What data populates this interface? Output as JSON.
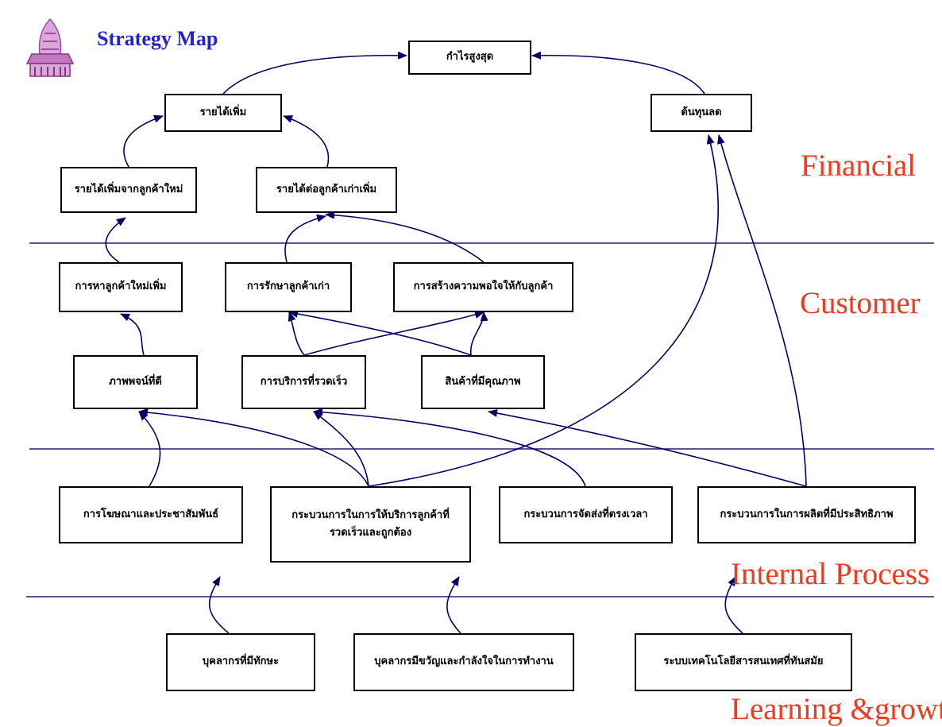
{
  "header": {
    "title": "Strategy Map"
  },
  "perspectives": {
    "financial": "Financial",
    "customer": "Customer",
    "internal": "Internal Process",
    "learning": "Learning &growth"
  },
  "nodes": {
    "max_profit": "กำไรสูงสุด",
    "revenue_up": "รายได้เพิ่ม",
    "cost_down": "ต้นทุนลด",
    "rev_new_cust": "รายได้เพิ่มจากลูกค้าใหม่",
    "rev_old_cust": "รายได้ต่อลูกค้าเก่าเพิ่ม",
    "find_new_cust": "การหาลูกค้าใหม่เพิ่ม",
    "retain_cust": "การรักษาลูกค้าเก่า",
    "satisfaction": "การสร้างความพอใจให้กับลูกค้า",
    "good_image": "ภาพพจน์ที่ดี",
    "fast_service": "การบริการที่รวดเร็ว",
    "quality_product": "สินค้าที่มีคุณภาพ",
    "advertising": "การโฆษณาและประชาสัมพันธ์",
    "service_process": "กระบวนการในการให้บริการลูกค้าที่รวดเร็วและถูกต้อง",
    "delivery_process": "กระบวนการจัดส่งที่ตรงเวลา",
    "production_process": "กระบวนการในการผลิตที่มีประสิทธิภาพ",
    "skilled_staff": "บุคลากรที่มีทักษะ",
    "staff_morale": "บุคลากรมีขวัญและกำลังใจในการทำงาน",
    "it_system": "ระบบเทคโนโลยีสารสนเทศที่ทันสมัย"
  },
  "colors": {
    "title": "#2323c8",
    "perspective_label": "#ee3a1f",
    "divider": "#1f1f7a",
    "arrow": "#000066"
  },
  "logo_icon": "university-emblem-icon"
}
